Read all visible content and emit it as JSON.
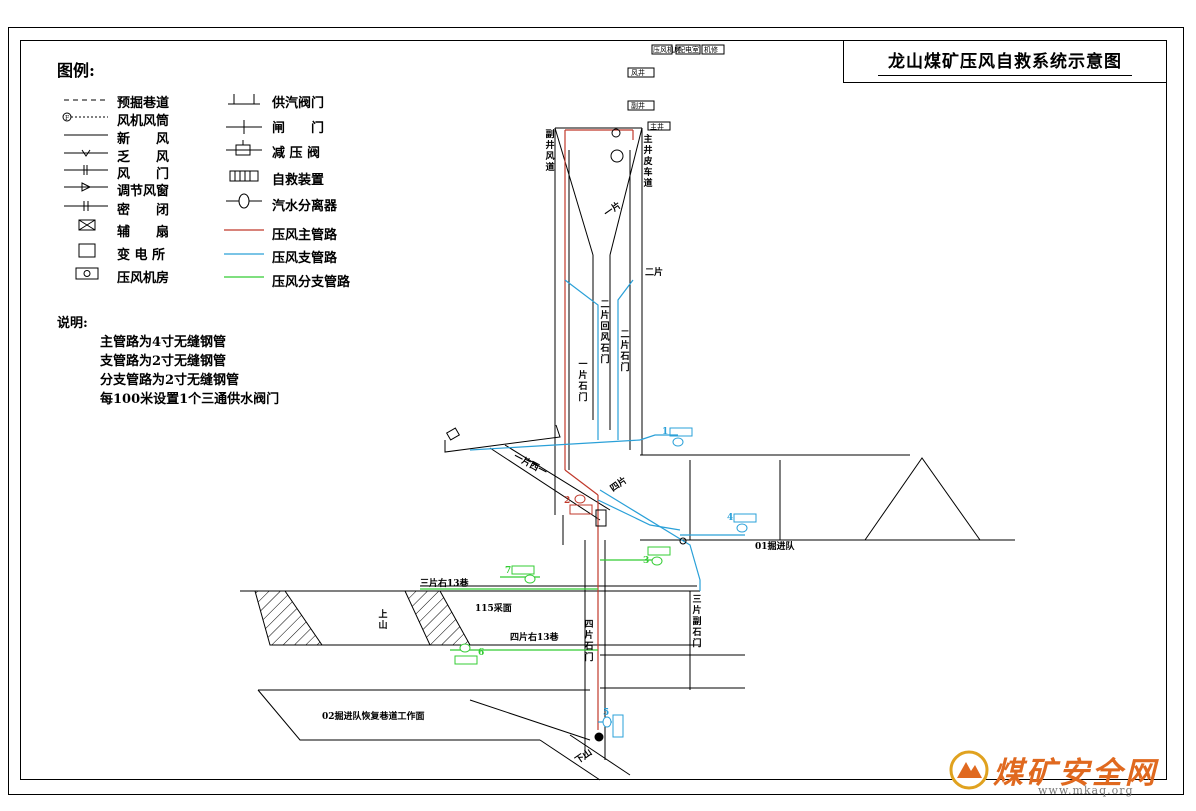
{
  "title": "龙山煤矿压风自救系统示意图",
  "legend": {
    "title": "图例:",
    "items_left": [
      {
        "icon": "dashed-line",
        "label": "预掘巷道"
      },
      {
        "icon": "fan-duct",
        "label": "风机风筒"
      },
      {
        "icon": "fresh-air-line",
        "label": "新　　风"
      },
      {
        "icon": "return-air-line",
        "label": "乏　　风"
      },
      {
        "icon": "air-door",
        "label": "风　　门"
      },
      {
        "icon": "regulator-window",
        "label": "调节风窗"
      },
      {
        "icon": "seal",
        "label": "密　　闭"
      },
      {
        "icon": "aux-fan",
        "label": "辅　　扇"
      },
      {
        "icon": "substation",
        "label": "变 电 所"
      },
      {
        "icon": "compressor-room",
        "label": "压风机房"
      }
    ],
    "items_right": [
      {
        "icon": "steam-valve",
        "label": "供汽阀门"
      },
      {
        "icon": "gate-valve",
        "label": "闸　　门"
      },
      {
        "icon": "pressure-reducing-valve",
        "label": "减 压 阀"
      },
      {
        "icon": "self-rescue-device",
        "label": "自救装置"
      },
      {
        "icon": "separator",
        "label": "汽水分离器"
      },
      {
        "icon": "main-pipe-line",
        "label": "压风主管路"
      },
      {
        "icon": "branch-pipe-line",
        "label": "压风支管路"
      },
      {
        "icon": "sub-branch-pipe-line",
        "label": "压风分支管路"
      }
    ]
  },
  "colors": {
    "main_pipe": "#c0392b",
    "branch_pipe": "#2aa0d8",
    "sub_branch_pipe": "#33cc33",
    "line": "#000000",
    "watermark": "#e0691f"
  },
  "notes": {
    "title": "说明:",
    "lines": [
      "主管路为4寸无缝钢管",
      "支管路为2寸无缝钢管",
      "分支管路为2寸无缝钢管",
      "每100米设置1个三通供水阀门"
    ]
  },
  "labels": {
    "vent_shaft": "副井风道",
    "main_shaft": "主井皮车道",
    "level1": "一片",
    "level2": "二片",
    "level2_return": "二片回风石门",
    "level2_crosscut": "二片石门",
    "level1_crosscut": "一片石门",
    "level3": "三片",
    "level3_crosscut": "三片副石门",
    "level4": "四片",
    "level4_crosscut": "四片石门",
    "level3_right13": "三片右13巷",
    "level4_right13": "四片右13巷",
    "mining_face_115": "115采面",
    "team_01": "01掘进队",
    "team_02": "02掘进队恢复巷道工作面",
    "west_roadway": "一片西一",
    "fourth_level": "四片",
    "top_tags": [
      "压风机房",
      "配电室",
      "机修"
    ],
    "wind_shaft_tag": "风井",
    "shaft_tag": "副井",
    "main_tag": "主井",
    "up_mountain": "上山",
    "down_mountain": "下山"
  },
  "devices": [
    {
      "id": "1",
      "color": "branch"
    },
    {
      "id": "2",
      "color": "main"
    },
    {
      "id": "3",
      "color": "sub"
    },
    {
      "id": "4",
      "color": "branch"
    },
    {
      "id": "5",
      "color": "branch"
    },
    {
      "id": "6",
      "color": "sub"
    },
    {
      "id": "7",
      "color": "sub"
    }
  ],
  "watermark": {
    "text": "煤矿安全网",
    "url": "www.mkaq.org"
  }
}
